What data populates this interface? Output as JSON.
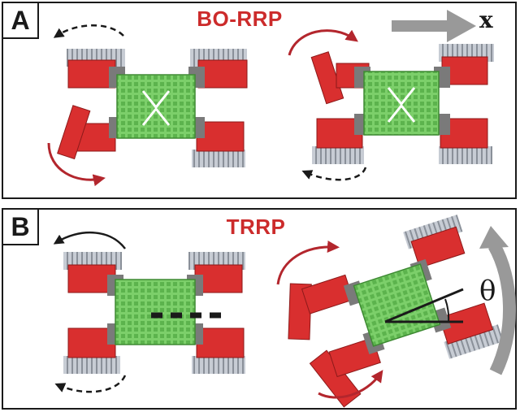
{
  "colors": {
    "title_red": "#cc2b2b",
    "track_red": "#d92f2f",
    "body_green": "#7ccf6a",
    "joint_gray": "#7a7a7a",
    "wheel_gray": "#b9bfc8",
    "arrow_dark": "#1a1a1a",
    "axis_arrow_gray": "#999999"
  },
  "panel_a": {
    "letter": "A",
    "title": "BO-RRP",
    "axis_label": "x",
    "icons": [
      "arrow-ccw-dashed-icon",
      "arrow-cw-solid-icon",
      "axis-arrow-icon"
    ]
  },
  "panel_b": {
    "letter": "B",
    "title": "TRRP",
    "angle_label": "θ",
    "icons": [
      "arrow-ccw-solid-icon",
      "arrow-cw-dashed-icon",
      "rotation-arrow-icon"
    ]
  }
}
